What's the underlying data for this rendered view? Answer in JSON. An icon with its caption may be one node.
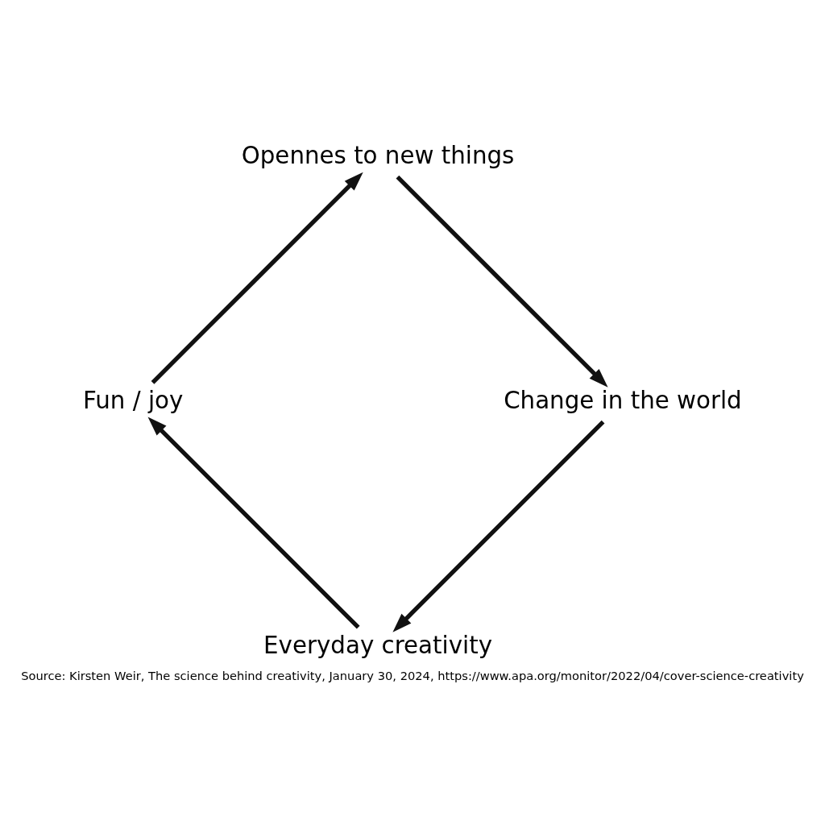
{
  "diagram": {
    "caption": "Source: Kirsten Weir, The science behind creativity, January 30, 2024, https://www.apa.org/monitor/2022/04/cover-science-creativity",
    "nodes": [
      {
        "text": [
          "Everyday creativity"
        ]
      },
      {
        "text": [
          "Fun / joy"
        ]
      },
      {
        "text": [
          "Opennes to new things"
        ]
      },
      {
        "text": [
          "Change in the world"
        ]
      }
    ],
    "edges": [
      {
        "from": 0,
        "to": 1,
        "arrow": "to"
      },
      {
        "from": 1,
        "to": 2,
        "arrow": "to"
      },
      {
        "from": 2,
        "to": 3,
        "arrow": "to"
      },
      {
        "from": 3,
        "to": 0,
        "arrow": "to"
      }
    ]
  }
}
